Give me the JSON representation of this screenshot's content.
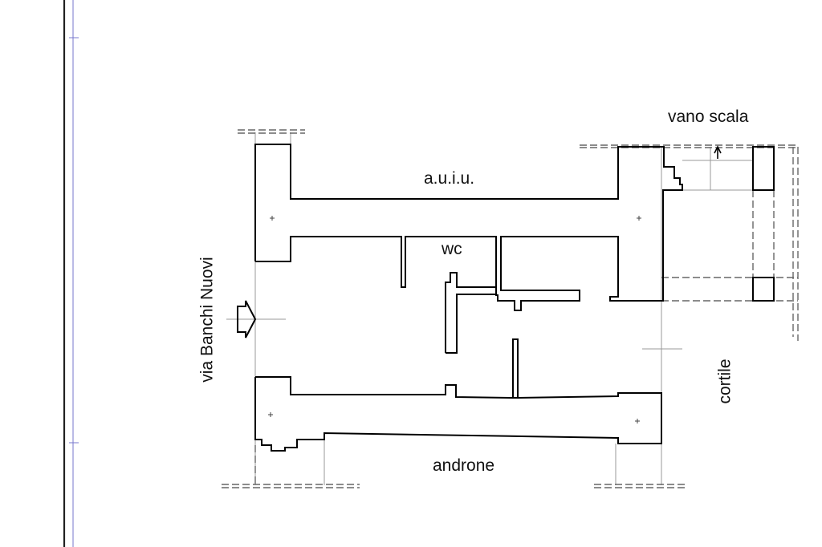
{
  "labels": {
    "vano_scala": "vano scala",
    "auiu": "a.u.i.u.",
    "wc": "wc",
    "via": "via Banchi Nuovi",
    "cortile": "cortile",
    "androne": "androne"
  },
  "colors": {
    "wall": "#000000",
    "dash": "#888888",
    "margin_line": "#7777cc",
    "frame": "#222222"
  }
}
